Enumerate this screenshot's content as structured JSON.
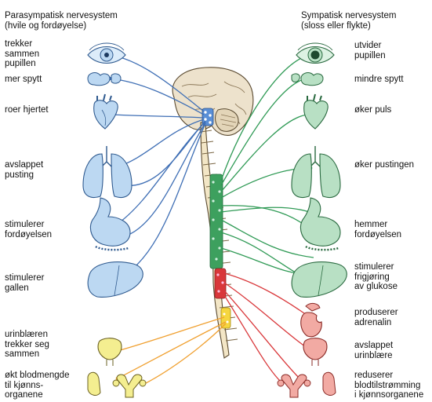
{
  "headers": {
    "left_title": "Parasympatisk nervesystem",
    "left_subtitle": "(hvile og fordøyelse)",
    "right_title": "Sympatisk nervesystem",
    "right_subtitle": "(sloss eller flykte)"
  },
  "parasympathetic": [
    {
      "organ": "eye",
      "label": "trekker\nsammen\npupillen"
    },
    {
      "organ": "salivary-glands",
      "label": "mer spytt"
    },
    {
      "organ": "heart",
      "label": "roer hjertet"
    },
    {
      "organ": "lungs",
      "label": "avslappet\npusting"
    },
    {
      "organ": "stomach",
      "label": "stimulerer\nfordøyelsen"
    },
    {
      "organ": "liver",
      "label": "stimulerer\ngallen"
    },
    {
      "organ": "bladder",
      "label": "urinblæren\ntrekker seg\nsammen"
    },
    {
      "organ": "genitals",
      "label": "økt blodmengde\ntil kjønns-\norganene"
    }
  ],
  "sympathetic": [
    {
      "organ": "eye",
      "label": "utvider\npupillen"
    },
    {
      "organ": "salivary-glands",
      "label": "mindre spytt"
    },
    {
      "organ": "heart",
      "label": "øker puls"
    },
    {
      "organ": "lungs",
      "label": "øker pustingen"
    },
    {
      "organ": "stomach",
      "label": "hemmer\nfordøyelsen"
    },
    {
      "organ": "liver",
      "label": "stimulerer\nfrigjøring\nav glukose"
    },
    {
      "organ": "adrenal-kidney",
      "label": "produserer\nadrenalin"
    },
    {
      "organ": "bladder",
      "label": "avslappet\nurinblære"
    },
    {
      "organ": "genitals",
      "label": "reduserer\nblodtilstrømming\ni kjønnsorganene"
    }
  ],
  "colors": {
    "parasympathetic_nerve": "#3f6fb5",
    "parasympathetic_organ": "#bcd8f2",
    "sympathetic_nerve": "#2f9a55",
    "sympathetic_organ": "#b8e0c4",
    "sympathetic_lower_nerve": "#d9373a",
    "sympathetic_lower_organ": "#f2aaa3",
    "sacral_nerve": "#f0a030",
    "sacral_organ": "#f4ee90",
    "spine": "#f3e6c6",
    "brain": "#ede2cc"
  }
}
